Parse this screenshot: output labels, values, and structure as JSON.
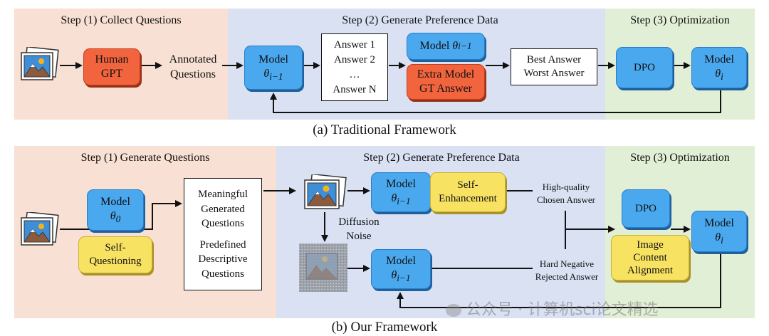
{
  "top": {
    "step1": "Step (1) Collect Questions",
    "step2": "Step (2) Generate Preference Data",
    "step3": "Step (3) Optimization",
    "human_gpt": [
      "Human",
      "GPT"
    ],
    "annotated": [
      "Annotated",
      "Questions"
    ],
    "model_prev_label": "Model",
    "model_prev_sym": "θ",
    "model_prev_sub": "i−1",
    "answers": [
      "Answer 1",
      "Answer 2",
      "…",
      "Answer N"
    ],
    "model_prev2_label": "Model",
    "extra_model": [
      "Extra Model",
      "GT Answer"
    ],
    "best_worst": [
      "Best Answer",
      "Worst Answer"
    ],
    "dpo": "DPO",
    "model_out_label": "Model",
    "model_out_sub": "i",
    "caption": "(a) Traditional Framework"
  },
  "bottom": {
    "step1": "Step (1) Generate Questions",
    "step2": "Step (2) Generate Preference Data",
    "step3": "Step (3) Optimization",
    "model0_label": "Model",
    "model0_sub": "0",
    "self_questioning": [
      "Self-",
      "Questioning"
    ],
    "questions_box": [
      "Meaningful",
      "Generated",
      "Questions",
      "",
      "Predefined",
      "Descriptive",
      "Questions"
    ],
    "diffusion": [
      "Diffusion",
      "Noise"
    ],
    "model_top_label": "Model",
    "model_sub": "i−1",
    "self_enh": [
      "Self-",
      "Enhancement"
    ],
    "chosen": [
      "High-quality",
      "Chosen Answer"
    ],
    "model_bot_label": "Model",
    "rejected": [
      "Hard Negative",
      "Rejected Answer"
    ],
    "dpo": "DPO",
    "alignment": [
      "Image",
      "Content",
      "Alignment"
    ],
    "model_out_label": "Model",
    "model_out_sub": "i",
    "caption": "(b) Our Framework"
  },
  "watermark": "公众号 · 计算机sci论文精选",
  "colors": {
    "peach": "#f8e0d4",
    "lavender": "#d9e1f3",
    "mint": "#e2efd7",
    "blue": "#4aa8ee",
    "red": "#f2643d",
    "yellow": "#f8e262"
  }
}
